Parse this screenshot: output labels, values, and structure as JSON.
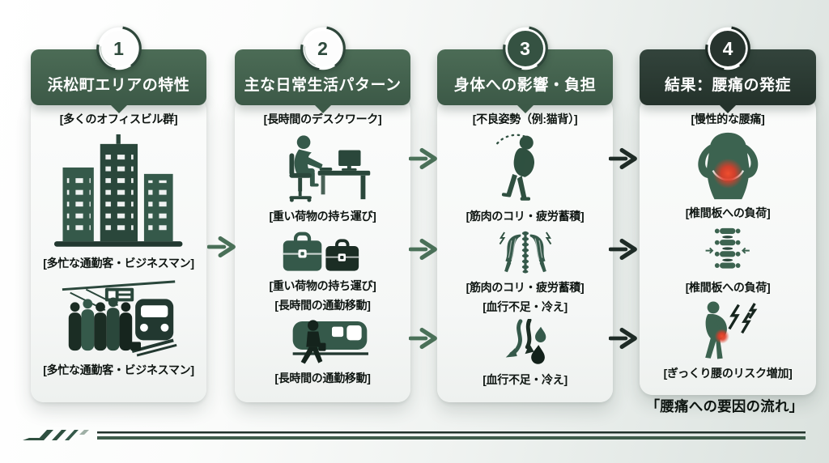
{
  "columns": [
    {
      "number": "1",
      "title": "浜松町エリアの特性",
      "items": [
        {
          "type": "label",
          "label": "[多くのオフィスビル群]"
        },
        {
          "type": "icon",
          "icon": "office-buildings-icon"
        },
        {
          "type": "label",
          "label": "[多忙な通勤客・ビジネスマン]"
        },
        {
          "type": "icon",
          "icon": "station-crowd-icon"
        },
        {
          "type": "label",
          "label": "[多忙な通勤客・ビジネスマン]"
        }
      ]
    },
    {
      "number": "2",
      "title": "主な日常生活パターン",
      "items": [
        {
          "type": "label",
          "label": "[長時間のデスクワーク]"
        },
        {
          "type": "icon",
          "icon": "desk-work-icon"
        },
        {
          "type": "label",
          "label": "[重い荷物の持ち運び]"
        },
        {
          "type": "icon",
          "icon": "briefcases-icon"
        },
        {
          "type": "label",
          "label": "[重い荷物の持ち運び]"
        },
        {
          "type": "label",
          "label": "[長時間の通勤移動]"
        },
        {
          "type": "icon",
          "icon": "commute-train-icon"
        },
        {
          "type": "label",
          "label": "[長時間の通勤移動]"
        }
      ]
    },
    {
      "number": "3",
      "title": "身体への影響・負担",
      "items": [
        {
          "type": "label",
          "label": "[不良姿勢（例:猫背）]"
        },
        {
          "type": "icon",
          "icon": "bad-posture-icon"
        },
        {
          "type": "label",
          "label": "[筋肉のコリ・疲労蓄積]"
        },
        {
          "type": "icon",
          "icon": "muscle-fatigue-icon"
        },
        {
          "type": "label",
          "label": "[筋肉のコリ・疲労蓄積]"
        },
        {
          "type": "label",
          "label": "[血行不足・冷え]"
        },
        {
          "type": "icon",
          "icon": "blood-flow-icon"
        },
        {
          "type": "label",
          "label": "[血行不足・冷え]"
        }
      ]
    },
    {
      "number": "4",
      "title": "結果：腰痛の発症",
      "items": [
        {
          "type": "label",
          "label": "[慢性的な腰痛]"
        },
        {
          "type": "icon",
          "icon": "chronic-back-pain-icon"
        },
        {
          "type": "label",
          "label": "[椎間板への負荷]"
        },
        {
          "type": "icon",
          "icon": "spine-load-icon"
        },
        {
          "type": "label",
          "label": "[椎間板への負荷]"
        },
        {
          "type": "icon",
          "icon": "acute-back-pain-icon"
        },
        {
          "type": "label",
          "label": "[ぎっくり腰のリスク増加]"
        }
      ]
    }
  ],
  "caption": "「腰痛への要因の流れ」",
  "colors": {
    "header_green": "#44624e",
    "header_dark": "#2b3933",
    "arrow_green": "#4a7058",
    "arrow_dark": "#1e2b26",
    "icon_green": "#35594a",
    "icon_dark": "#1b2d24",
    "pain_red": "#e03c28",
    "card_bg": "#f8faf9"
  }
}
